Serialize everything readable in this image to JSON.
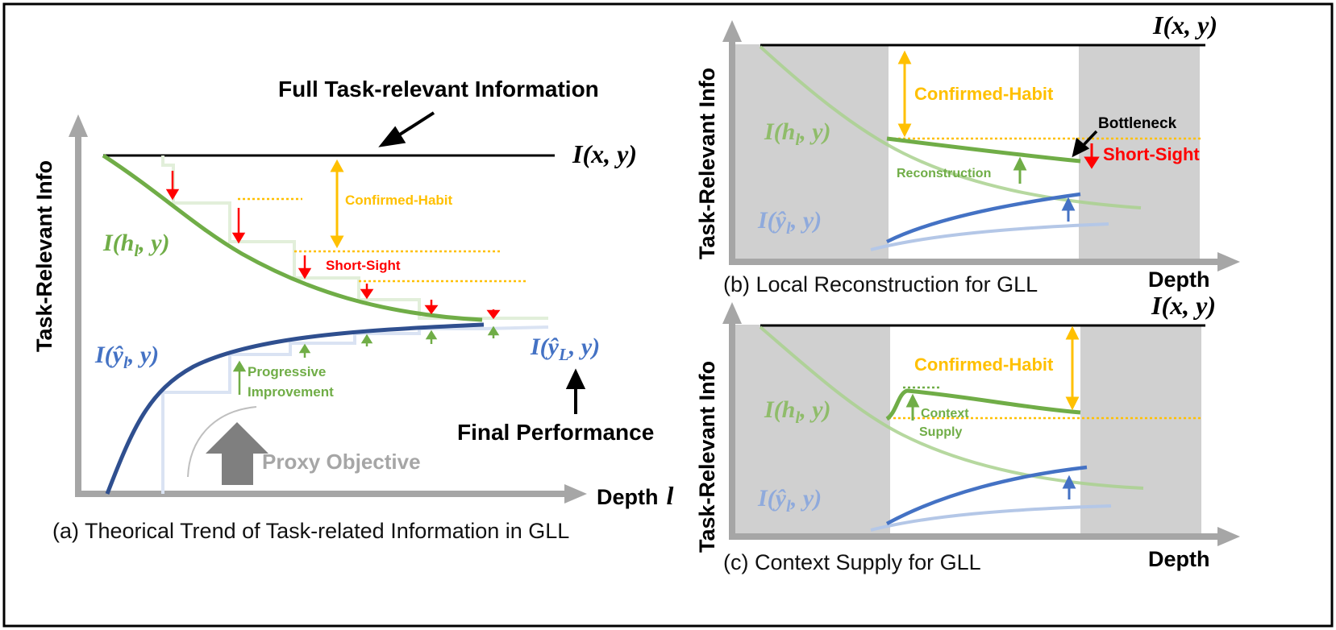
{
  "panel_a": {
    "full_info_label": "Full Task-relevant Information",
    "ixy": "I(x, y)",
    "ihly": "I(h",
    "ihly_sub": "l",
    "ihly_end": ", y)",
    "iyly": "I(",
    "iyly_hat": "ŷ",
    "iyly_sub": "l",
    "iyly_end": ", y)",
    "iyLy": "I(",
    "iyLy_hat": "ŷ",
    "iyLy_sub": "L",
    "iyLy_end": ", y)",
    "confirmed_habit": "Confirmed-Habit",
    "short_sight": "Short-Sight",
    "progressive_1": "Progressive",
    "progressive_2": "Improvement",
    "final_performance": "Final Performance",
    "proxy_objective": "Proxy Objective",
    "y_axis": "Task-Relevant Info",
    "x_axis": "Depth",
    "x_axis_var": "l",
    "caption": "(a) Theorical Trend of Task-related Information in GLL"
  },
  "panel_b": {
    "ixy": "I(x, y)",
    "ihly": "I(h",
    "ihly_sub": "l",
    "ihly_end": ", y)",
    "iyly": "I(",
    "iyly_hat": "ŷ",
    "iyly_sub": "l",
    "iyly_end": ", y)",
    "confirmed_habit": "Confirmed-Habit",
    "bottleneck": "Bottleneck",
    "short_sight": "Short-Sight",
    "reconstruction": "Reconstruction",
    "y_axis": "Task-Relevant Info",
    "x_axis": "Depth",
    "caption": "(b) Local Reconstruction for GLL"
  },
  "panel_c": {
    "ixy": "I(x, y)",
    "ihly": "I(h",
    "ihly_sub": "l",
    "ihly_end": ", y)",
    "iyly": "I(",
    "iyly_hat": "ŷ",
    "iyly_sub": "l",
    "iyly_end": ", y)",
    "confirmed_habit": "Confirmed-Habit",
    "context": "Context",
    "supply": "Supply",
    "y_axis": "Task-Relevant Info",
    "x_axis": "Depth",
    "caption": "(c) Context Supply for GLL"
  },
  "colors": {
    "green": "#70ad47",
    "green_text": "#6aa84f",
    "navy": "#2f4f8f",
    "blue": "#4472c4",
    "blue_light": "#b4c7e7",
    "orange": "#ffc000",
    "red": "#ff0000",
    "gray_axis": "#a6a6a6",
    "gray_band": "#d0d0d0",
    "proxy_gray": "#7f7f7f"
  }
}
